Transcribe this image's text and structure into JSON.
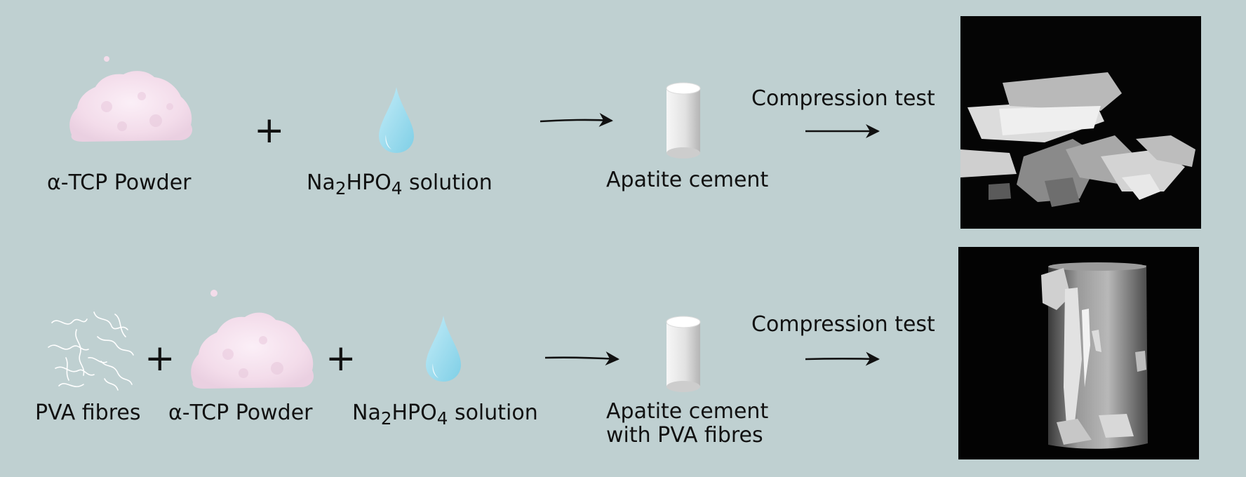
{
  "row1": {
    "powder_label": "α-TCP Powder",
    "plus": "+",
    "solution_label": {
      "prefix": "Na",
      "sub1": "2",
      "mid": "HPO",
      "sub2": "4",
      "suffix": " solution"
    },
    "cement_label": "Apatite cement",
    "test_label": "Compression test"
  },
  "row2": {
    "fibres_label": "PVA fibres",
    "plus1": "+",
    "powder_label": "α-TCP Powder",
    "plus2": "+",
    "solution_label": {
      "prefix": "Na",
      "sub1": "2",
      "mid": "HPO",
      "sub2": "4",
      "suffix": " solution"
    },
    "cement_label_line1": "Apatite cement",
    "cement_label_line2": "with PVA fibres",
    "test_label": "Compression test"
  },
  "colors": {
    "background": "#bfd0d1",
    "powder": "#f7e6f1",
    "droplet": "#9fdcef",
    "cylinder": "#e6e6e6",
    "photo_bg": "#000000"
  }
}
